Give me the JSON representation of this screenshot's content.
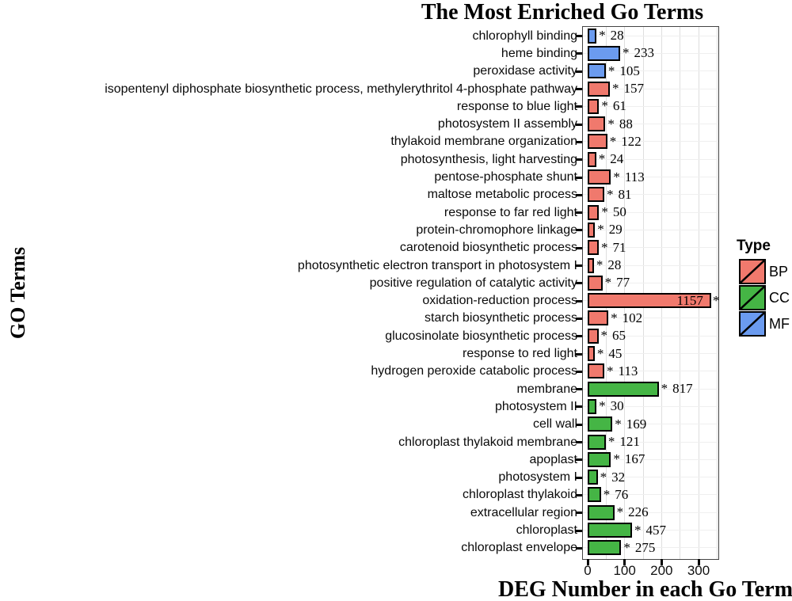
{
  "title": "The Most Enriched Go Terms",
  "axes": {
    "y_label": "GO Terms",
    "x_label": "DEG Number in each Go Term",
    "x_ticks": [
      "0",
      "100",
      "200",
      "300"
    ]
  },
  "legend": {
    "title": "Type",
    "items": [
      {
        "label": "BP",
        "color": "#F0796D"
      },
      {
        "label": "CC",
        "color": "#45B545"
      },
      {
        "label": "MF",
        "color": "#6B9BEF"
      }
    ]
  },
  "colors": {
    "BP": "#F0796D",
    "CC": "#45B545",
    "MF": "#6B9BEF",
    "panel_border": "#444444",
    "gridline": "#DEDEDE",
    "row_gridline": "#EFEFEF",
    "bar_outline": "#000000"
  },
  "chart_data": {
    "type": "bar",
    "orientation": "horizontal",
    "title": "The Most Enriched Go Terms",
    "xlabel": "DEG Number in each Go Term",
    "ylabel": "GO Terms",
    "xlim": [
      0,
      360
    ],
    "x_tick_values": [
      0,
      100,
      200,
      300
    ],
    "grid_step": 50,
    "grid": true,
    "legend_position": "right",
    "significance_marker": "*",
    "note": "Each bar is marked with an asterisk and labeled with its DEG count; bar pixel lengths (bar_length, in axis units) are not strictly proportional to the labeled counts in the source figure.",
    "rows": [
      {
        "term": "chlorophyll binding",
        "type": "MF",
        "deg_count": 28,
        "bar_length": 25,
        "label_inside": false
      },
      {
        "term": "heme binding",
        "type": "MF",
        "deg_count": 233,
        "bar_length": 89,
        "label_inside": false
      },
      {
        "term": "peroxidase activity",
        "type": "MF",
        "deg_count": 105,
        "bar_length": 50,
        "label_inside": false
      },
      {
        "term": "isopentenyl diphosphate biosynthetic process, methylerythritol 4-phosphate pathway",
        "type": "BP",
        "deg_count": 157,
        "bar_length": 61,
        "label_inside": false
      },
      {
        "term": "response to blue light",
        "type": "BP",
        "deg_count": 61,
        "bar_length": 32,
        "label_inside": false
      },
      {
        "term": "photosystem II assembly",
        "type": "BP",
        "deg_count": 88,
        "bar_length": 49,
        "label_inside": false
      },
      {
        "term": "thylakoid membrane organization",
        "type": "BP",
        "deg_count": 122,
        "bar_length": 54,
        "label_inside": false
      },
      {
        "term": "photosynthesis, light harvesting",
        "type": "BP",
        "deg_count": 24,
        "bar_length": 24,
        "label_inside": false
      },
      {
        "term": "pentose-phosphate shunt",
        "type": "BP",
        "deg_count": 113,
        "bar_length": 64,
        "label_inside": false
      },
      {
        "term": "maltose metabolic process",
        "type": "BP",
        "deg_count": 81,
        "bar_length": 46,
        "label_inside": false
      },
      {
        "term": "response to far red light",
        "type": "BP",
        "deg_count": 50,
        "bar_length": 32,
        "label_inside": false
      },
      {
        "term": "protein-chromophore linkage",
        "type": "BP",
        "deg_count": 29,
        "bar_length": 21,
        "label_inside": false
      },
      {
        "term": "carotenoid biosynthetic process",
        "type": "BP",
        "deg_count": 71,
        "bar_length": 31,
        "label_inside": false
      },
      {
        "term": "photosynthetic electron transport in photosystem I",
        "type": "BP",
        "deg_count": 28,
        "bar_length": 18,
        "label_inside": false
      },
      {
        "term": "positive regulation of catalytic activity",
        "type": "BP",
        "deg_count": 77,
        "bar_length": 41,
        "label_inside": false
      },
      {
        "term": "oxidation-reduction process",
        "type": "BP",
        "deg_count": 1157,
        "bar_length": 335,
        "label_inside": true
      },
      {
        "term": "starch biosynthetic process",
        "type": "BP",
        "deg_count": 102,
        "bar_length": 57,
        "label_inside": false
      },
      {
        "term": "glucosinolate biosynthetic process",
        "type": "BP",
        "deg_count": 65,
        "bar_length": 30,
        "label_inside": false
      },
      {
        "term": "response to red light",
        "type": "BP",
        "deg_count": 45,
        "bar_length": 20,
        "label_inside": false
      },
      {
        "term": "hydrogen peroxide catabolic process",
        "type": "BP",
        "deg_count": 113,
        "bar_length": 46,
        "label_inside": false
      },
      {
        "term": "membrane",
        "type": "CC",
        "deg_count": 817,
        "bar_length": 193,
        "label_inside": false
      },
      {
        "term": "photosystem II",
        "type": "CC",
        "deg_count": 30,
        "bar_length": 25,
        "label_inside": false
      },
      {
        "term": "cell wall",
        "type": "CC",
        "deg_count": 169,
        "bar_length": 68,
        "label_inside": false
      },
      {
        "term": "chloroplast thylakoid membrane",
        "type": "CC",
        "deg_count": 121,
        "bar_length": 50,
        "label_inside": false
      },
      {
        "term": "apoplast",
        "type": "CC",
        "deg_count": 167,
        "bar_length": 64,
        "label_inside": false
      },
      {
        "term": "photosystem I",
        "type": "CC",
        "deg_count": 32,
        "bar_length": 28,
        "label_inside": false
      },
      {
        "term": "chloroplast thylakoid",
        "type": "CC",
        "deg_count": 76,
        "bar_length": 37,
        "label_inside": false
      },
      {
        "term": "extracellular region",
        "type": "CC",
        "deg_count": 226,
        "bar_length": 73,
        "label_inside": false
      },
      {
        "term": "chloroplast",
        "type": "CC",
        "deg_count": 457,
        "bar_length": 121,
        "label_inside": false
      },
      {
        "term": "chloroplast envelope",
        "type": "CC",
        "deg_count": 275,
        "bar_length": 92,
        "label_inside": false
      }
    ]
  }
}
